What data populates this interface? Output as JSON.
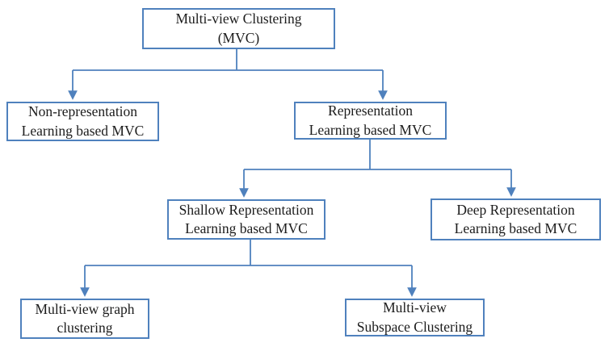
{
  "diagram": {
    "nodes": [
      {
        "id": "mvc",
        "line1": "Multi-view Clustering",
        "line2": "(MVC)"
      },
      {
        "id": "nonrep",
        "line1": "Non-representation",
        "line2": "Learning based MVC"
      },
      {
        "id": "rep",
        "line1": "Representation",
        "line2": "Learning based MVC"
      },
      {
        "id": "shallow",
        "line1": "Shallow Representation",
        "line2": "Learning based MVC"
      },
      {
        "id": "deep",
        "line1": "Deep Representation",
        "line2": "Learning based MVC"
      },
      {
        "id": "graph",
        "line1": "Multi-view graph",
        "line2": "clustering"
      },
      {
        "id": "subspace",
        "line1": "Multi-view",
        "line2": "Subspace Clustering"
      }
    ],
    "edges": [
      {
        "from": "mvc",
        "to": [
          "nonrep",
          "rep"
        ]
      },
      {
        "from": "rep",
        "to": [
          "shallow",
          "deep"
        ]
      },
      {
        "from": "shallow",
        "to": [
          "graph",
          "subspace"
        ]
      }
    ],
    "colors": {
      "box_border": "#4f81bd",
      "connector": "#4f81bd",
      "text": "#1c1c1c",
      "background": "#ffffff"
    }
  }
}
